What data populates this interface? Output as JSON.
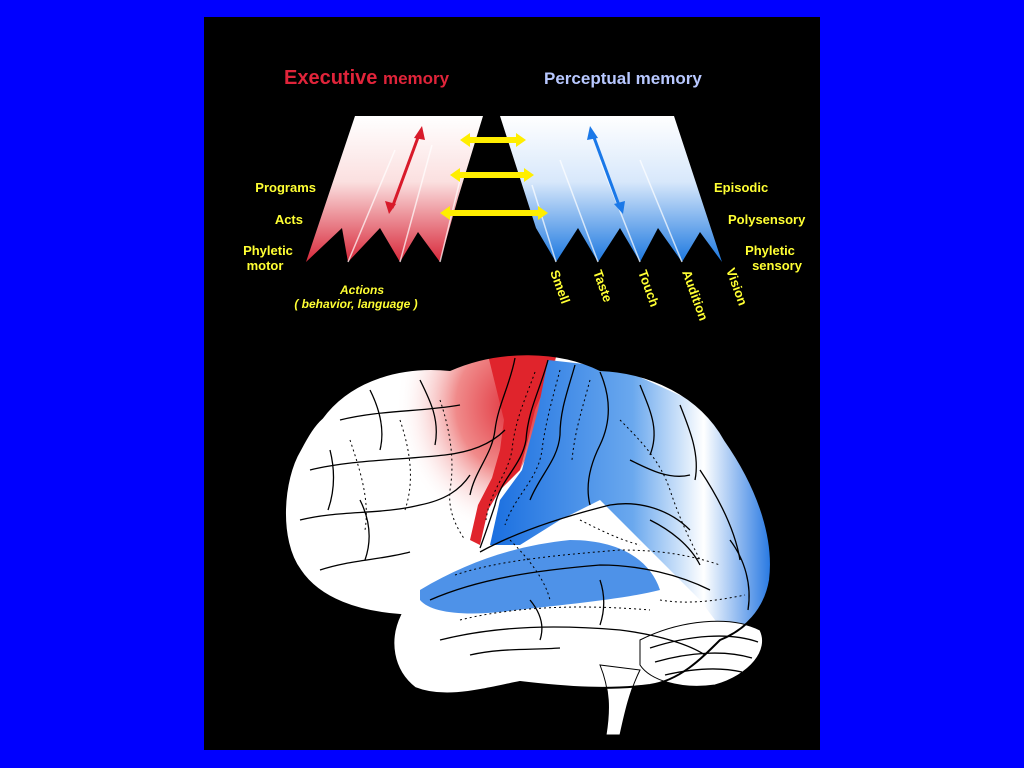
{
  "titles": {
    "executive_word": "Executive",
    "executive_memory": "memory",
    "perceptual_word": "Perceptual",
    "perceptual_memory": "memory"
  },
  "left_labels": {
    "programs": "Programs",
    "acts": "Acts",
    "phyletic_line1": "Phyletic",
    "phyletic_line2": "motor"
  },
  "right_labels": {
    "episodic": "Episodic",
    "polysensory": "Polysensory",
    "phyletic_line1": "Phyletic",
    "phyletic_line2": "sensory"
  },
  "actions": {
    "line1": "Actions",
    "line2": "( behavior, language )"
  },
  "senses": [
    "Smell",
    "Taste",
    "Touch",
    "Audition",
    "Vision"
  ],
  "colors": {
    "background": "#0000ff",
    "panel": "#000000",
    "executive": "#e0243a",
    "perceptual": "#1a78e8",
    "label": "#ffff33",
    "perceptual_title": "#b8c8ff",
    "arrow": "#ffee00"
  },
  "icons": [
    "double-arrow-icon",
    "brain-illustration"
  ]
}
